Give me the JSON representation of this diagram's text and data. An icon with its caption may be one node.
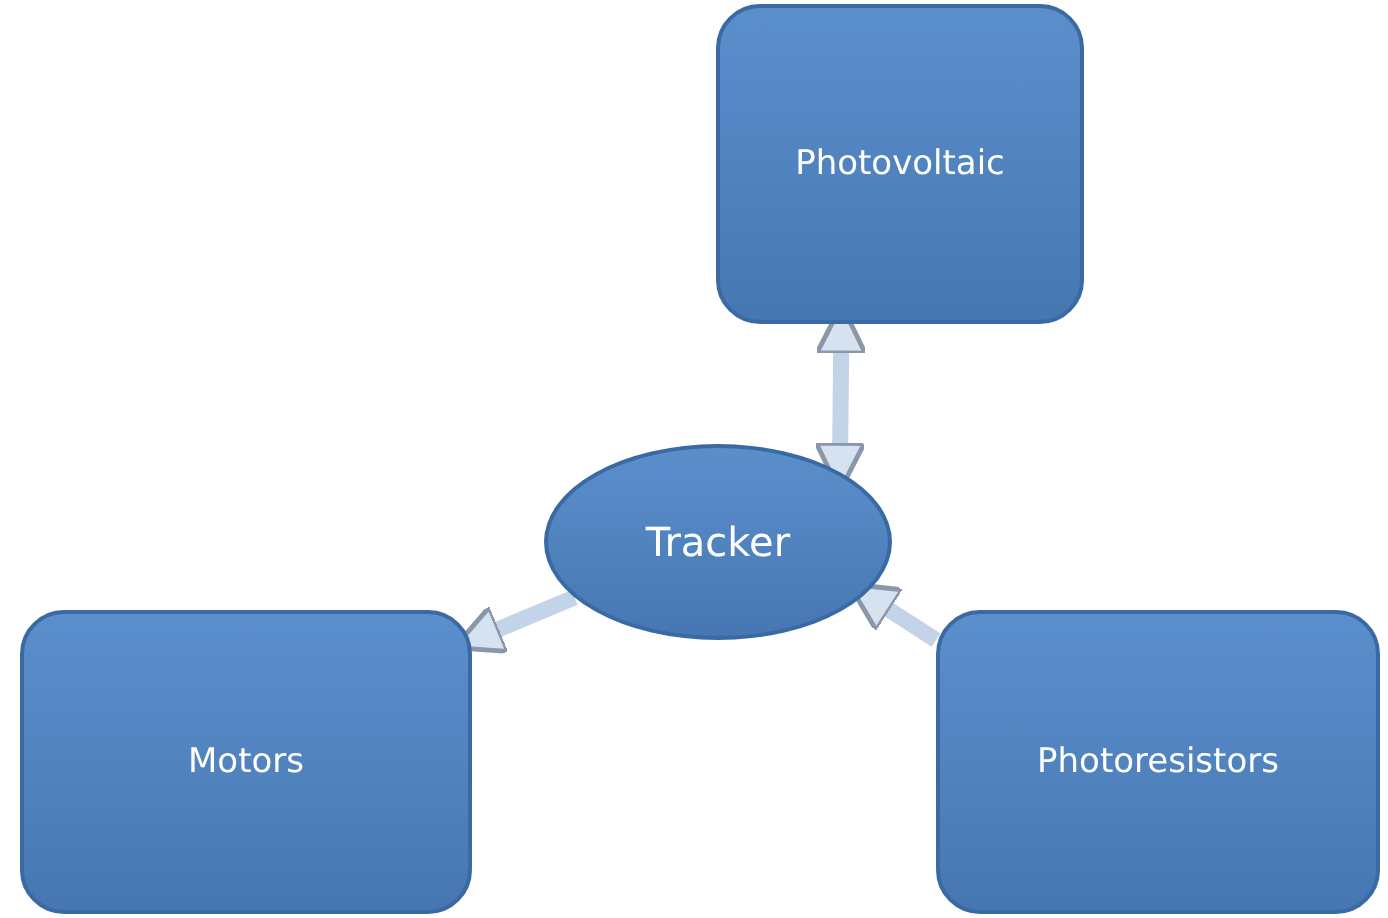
{
  "diagram": {
    "nodes": [
      {
        "text": [
          "Photovoltaic"
        ]
      },
      {
        "text": [
          "Tracker"
        ]
      },
      {
        "text": [
          "Motors"
        ]
      },
      {
        "text": [
          "Photoresistors"
        ]
      }
    ],
    "edges": [
      {
        "from": 1,
        "to": 0,
        "arrow": "both"
      },
      {
        "from": 1,
        "to": 2,
        "arrow": "to"
      },
      {
        "from": 3,
        "to": 1,
        "arrow": "to"
      }
    ]
  }
}
